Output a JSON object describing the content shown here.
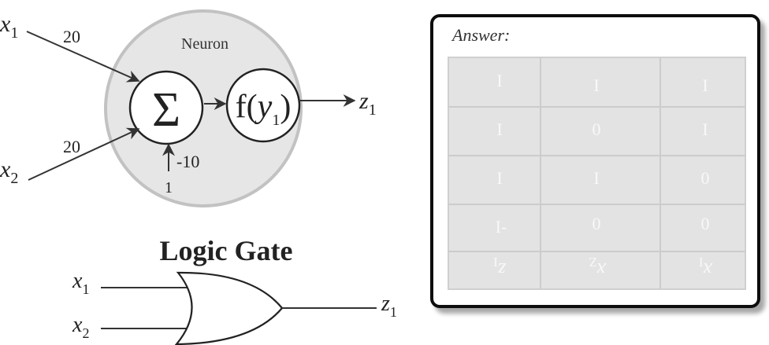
{
  "neuron": {
    "title": "Neuron",
    "inputs": [
      {
        "var": "x",
        "sub": "1",
        "weight": "20"
      },
      {
        "var": "x",
        "sub": "2",
        "weight": "20"
      }
    ],
    "bias": {
      "value": "1",
      "weight": "-10"
    },
    "sum_symbol": "Σ",
    "activation": {
      "fn": "f(",
      "var": "y",
      "sub": "1",
      "close": ")"
    },
    "output": {
      "var": "z",
      "sub": "1"
    }
  },
  "gate": {
    "title": "Logic Gate",
    "inputs": [
      {
        "var": "x",
        "sub": "1"
      },
      {
        "var": "x",
        "sub": "2"
      }
    ],
    "output": {
      "var": "z",
      "sub": "1"
    }
  },
  "answer_box": {
    "label": "Answer:",
    "rows": [
      {
        "c1": "I",
        "c2": "I",
        "c3": "I"
      },
      {
        "c1": "I",
        "c2": "0",
        "c3": "I"
      },
      {
        "c1": "I",
        "c2": "I",
        "c3": "0"
      },
      {
        "c1": "I-",
        "c2": "0",
        "c3": "0"
      },
      {
        "c1": "z",
        "c1sub": "I",
        "c2": "x",
        "c2sub": "Z",
        "c3": "x",
        "c3sub": "I"
      }
    ]
  }
}
